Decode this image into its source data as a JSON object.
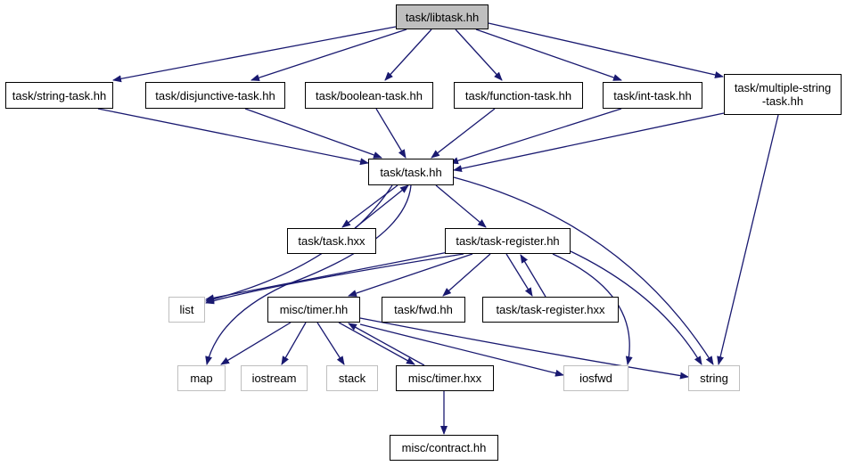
{
  "diagram": {
    "nodes": {
      "libtask": {
        "label": "task/libtask.hh",
        "kind": "root"
      },
      "string_task": {
        "label": "task/string-task.hh",
        "kind": "file"
      },
      "disjunctive_task": {
        "label": "task/disjunctive-task.hh",
        "kind": "file"
      },
      "boolean_task": {
        "label": "task/boolean-task.hh",
        "kind": "file"
      },
      "function_task": {
        "label": "task/function-task.hh",
        "kind": "file"
      },
      "int_task": {
        "label": "task/int-task.hh",
        "kind": "file"
      },
      "multiple_string_task": {
        "label": "task/multiple-string\n-task.hh",
        "kind": "file"
      },
      "task": {
        "label": "task/task.hh",
        "kind": "file"
      },
      "task_hxx": {
        "label": "task/task.hxx",
        "kind": "file"
      },
      "task_register": {
        "label": "task/task-register.hh",
        "kind": "file"
      },
      "list": {
        "label": "list",
        "kind": "external"
      },
      "timer": {
        "label": "misc/timer.hh",
        "kind": "file"
      },
      "fwd": {
        "label": "task/fwd.hh",
        "kind": "file"
      },
      "task_register_hxx": {
        "label": "task/task-register.hxx",
        "kind": "file"
      },
      "map": {
        "label": "map",
        "kind": "external"
      },
      "iostream": {
        "label": "iostream",
        "kind": "external"
      },
      "stack": {
        "label": "stack",
        "kind": "external"
      },
      "timer_hxx": {
        "label": "misc/timer.hxx",
        "kind": "file"
      },
      "iosfwd": {
        "label": "iosfwd",
        "kind": "external"
      },
      "string": {
        "label": "string",
        "kind": "external"
      },
      "contract": {
        "label": "misc/contract.hh",
        "kind": "file"
      }
    },
    "edge_color": "#191970",
    "file_border_color": "#000000",
    "external_border_color": "#bfbfbf",
    "root_fill_color": "#bfbfbf"
  }
}
